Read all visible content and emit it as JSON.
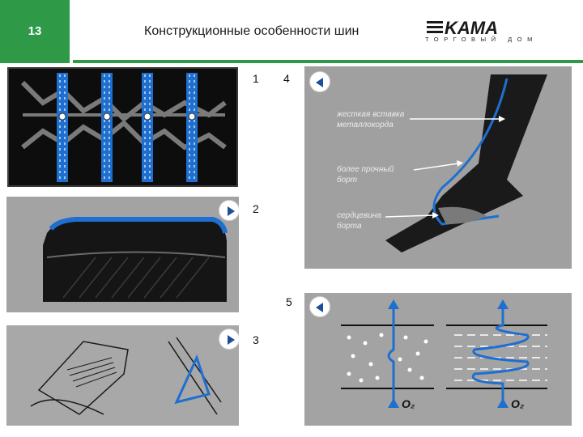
{
  "header": {
    "slide_number": "13",
    "title": "Конструкционные особенности шин",
    "logo": {
      "brand": "KAMA",
      "tagline": "ТОРГОВЫЙ ДОМ"
    }
  },
  "labels": {
    "one": "1",
    "two": "2",
    "three": "3",
    "four": "4",
    "five": "5"
  },
  "panel4": {
    "callouts": [
      {
        "line1": "жесткая вставка",
        "line2": "металлокорда"
      },
      {
        "line1": "более прочный",
        "line2": "борт"
      },
      {
        "line1": "сердцевина",
        "line2": "борта"
      }
    ]
  },
  "panel5": {
    "left_gas": "O₂",
    "right_gas": "O₂"
  },
  "colors": {
    "accent_green": "#2e9a47",
    "panel_gray": "#a3a3a3",
    "highlight_blue": "#1e6fd0",
    "dark": "#111111"
  },
  "icons": [
    "play-right-icon",
    "play-left-icon"
  ]
}
